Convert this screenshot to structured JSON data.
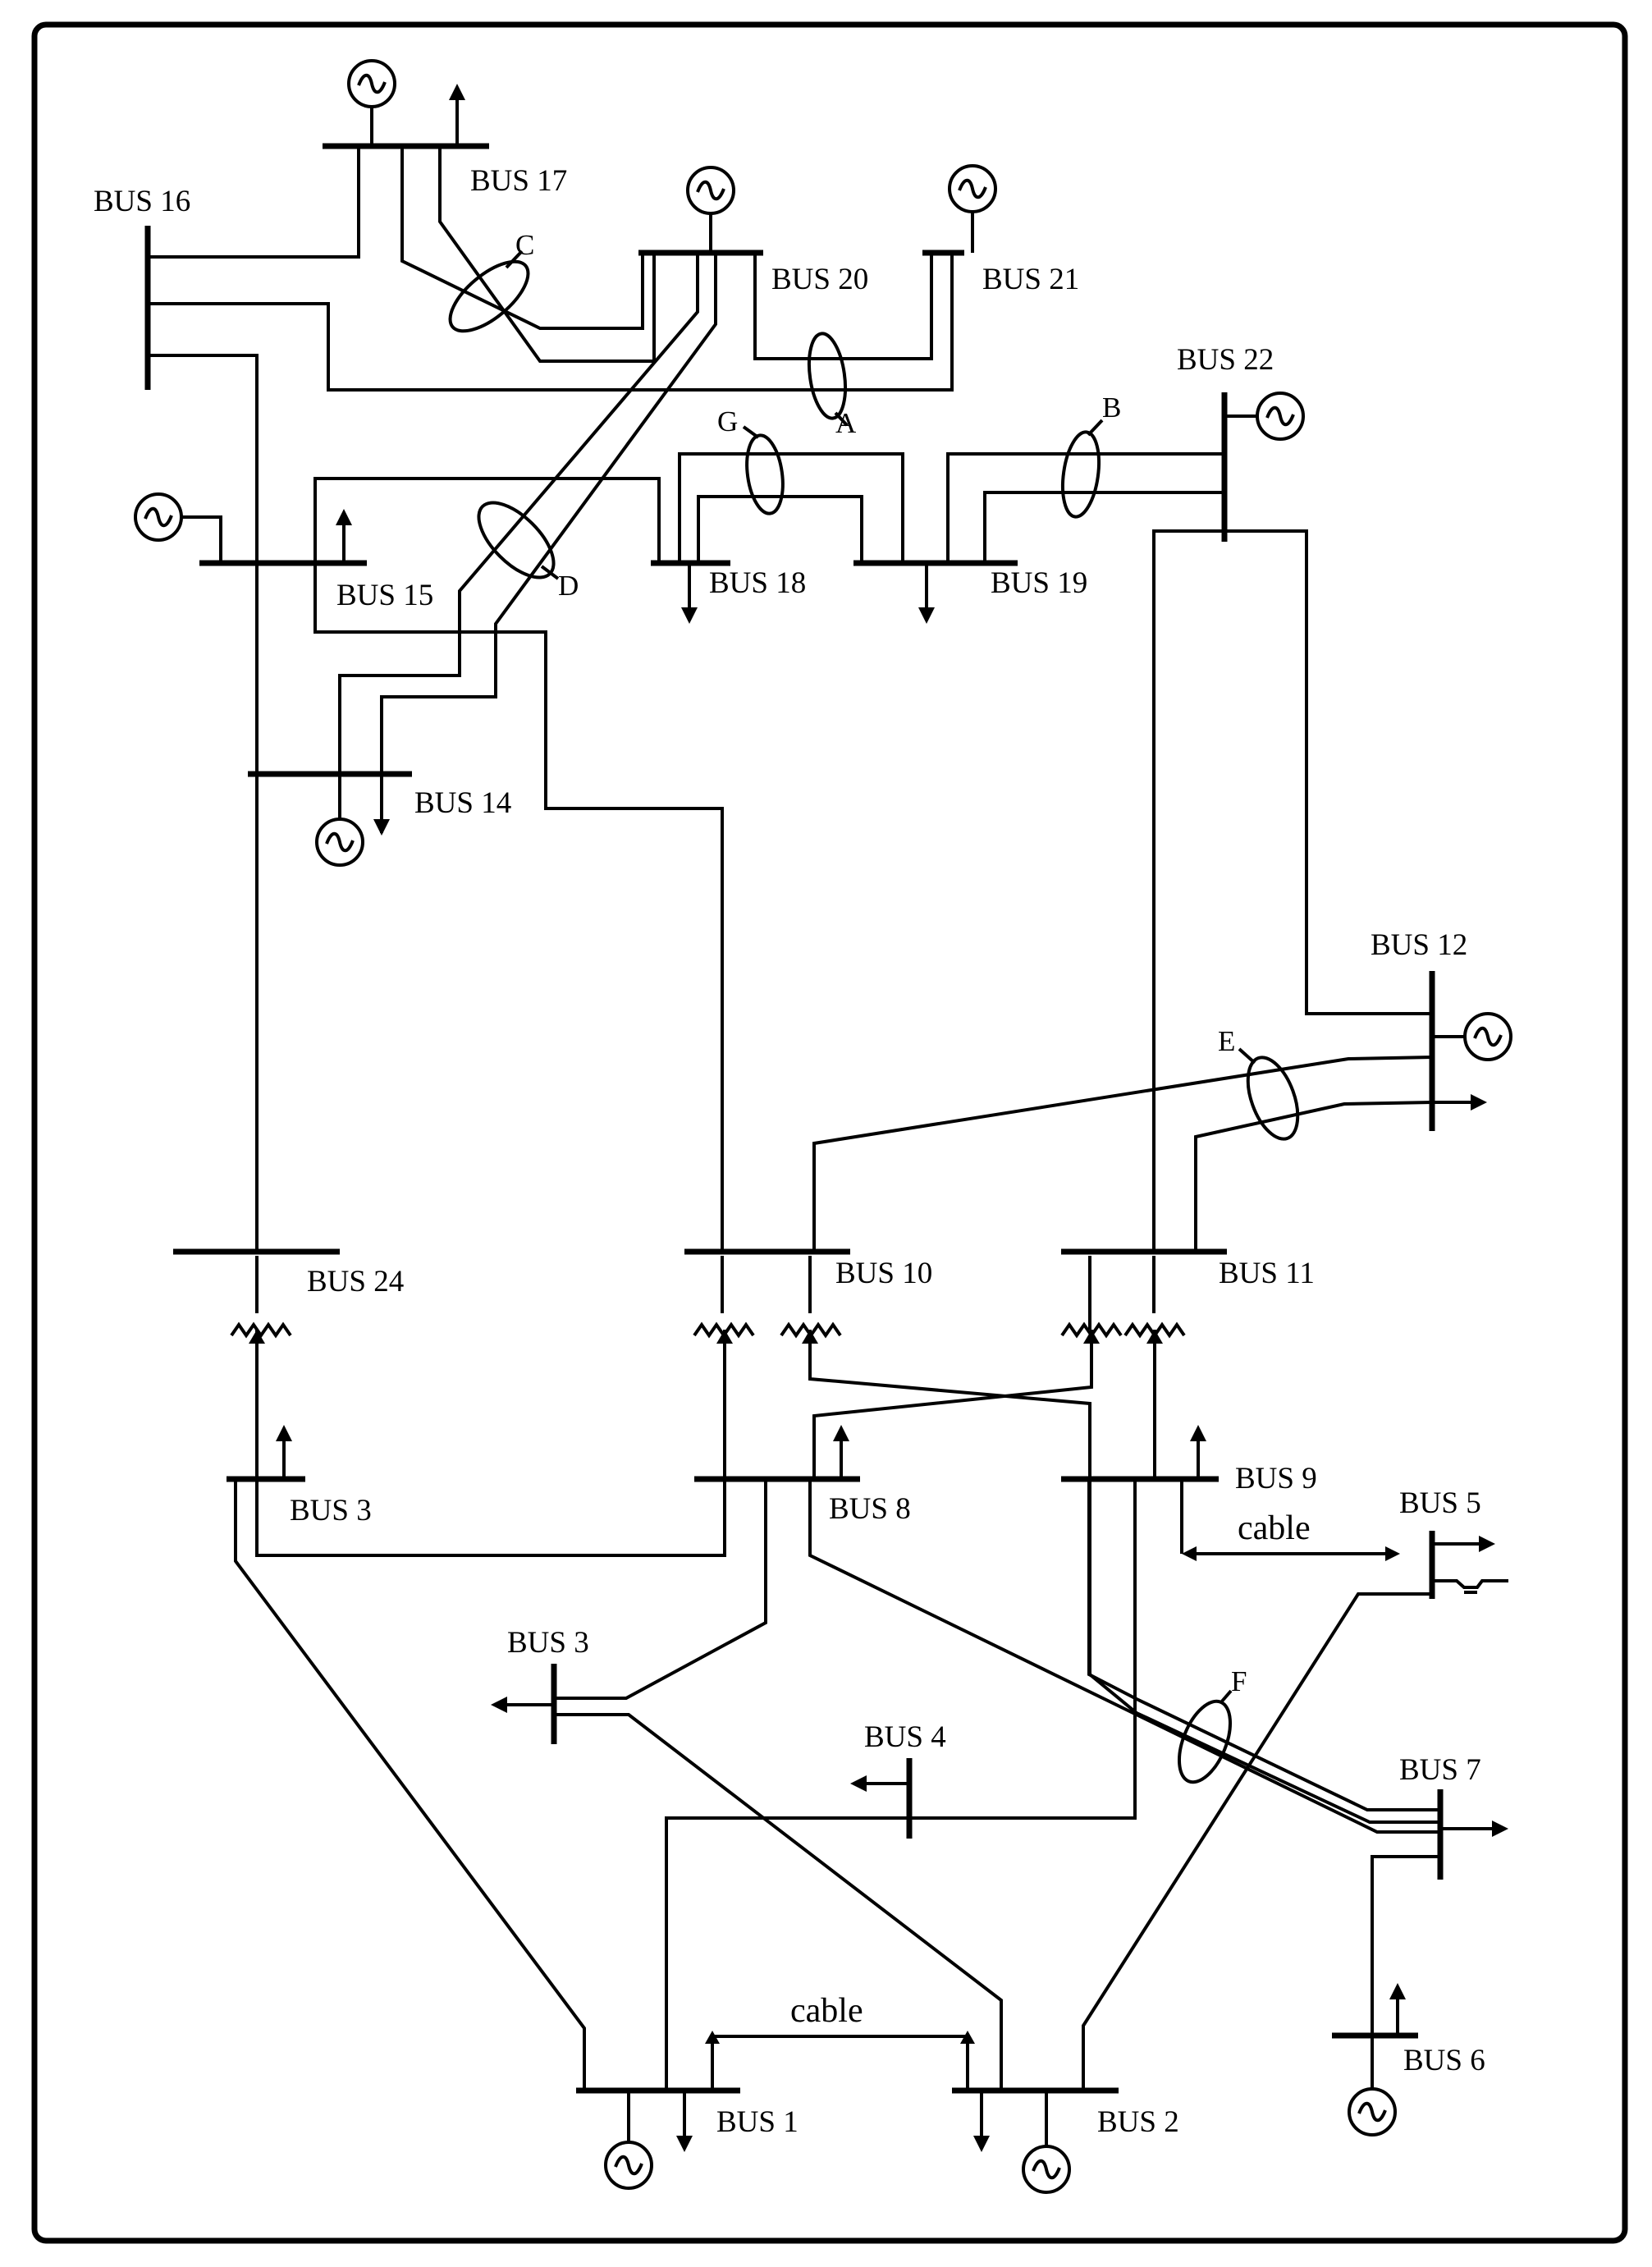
{
  "buses": [
    {
      "key": "bus16",
      "label": "BUS 16"
    },
    {
      "key": "bus17",
      "label": "BUS 17"
    },
    {
      "key": "bus20",
      "label": "BUS 20"
    },
    {
      "key": "bus21",
      "label": "BUS 21"
    },
    {
      "key": "bus22",
      "label": "BUS 22"
    },
    {
      "key": "bus15",
      "label": "BUS 15"
    },
    {
      "key": "bus18",
      "label": "BUS 18"
    },
    {
      "key": "bus19",
      "label": "BUS 19"
    },
    {
      "key": "bus14",
      "label": "BUS 14"
    },
    {
      "key": "bus12",
      "label": "BUS 12"
    },
    {
      "key": "bus24",
      "label": "BUS 24"
    },
    {
      "key": "bus10",
      "label": "BUS 10"
    },
    {
      "key": "bus11",
      "label": "BUS 11"
    },
    {
      "key": "bus3_upper",
      "label": "BUS 3"
    },
    {
      "key": "bus8",
      "label": "BUS 8"
    },
    {
      "key": "bus9",
      "label": "BUS 9"
    },
    {
      "key": "bus5",
      "label": "BUS 5"
    },
    {
      "key": "bus3_lower",
      "label": "BUS 3"
    },
    {
      "key": "bus4",
      "label": "BUS 4"
    },
    {
      "key": "bus7",
      "label": "BUS 7"
    },
    {
      "key": "bus6",
      "label": "BUS 6"
    },
    {
      "key": "bus1",
      "label": "BUS 1"
    },
    {
      "key": "bus2",
      "label": "BUS 2"
    }
  ],
  "cable_labels": [
    "cable",
    "cable"
  ],
  "line_groups": [
    "A",
    "B",
    "C",
    "D",
    "E",
    "F",
    "G"
  ],
  "icons": {
    "generator": "generator-icon",
    "load": "load-arrow-icon",
    "transformer": "transformer-icon"
  }
}
